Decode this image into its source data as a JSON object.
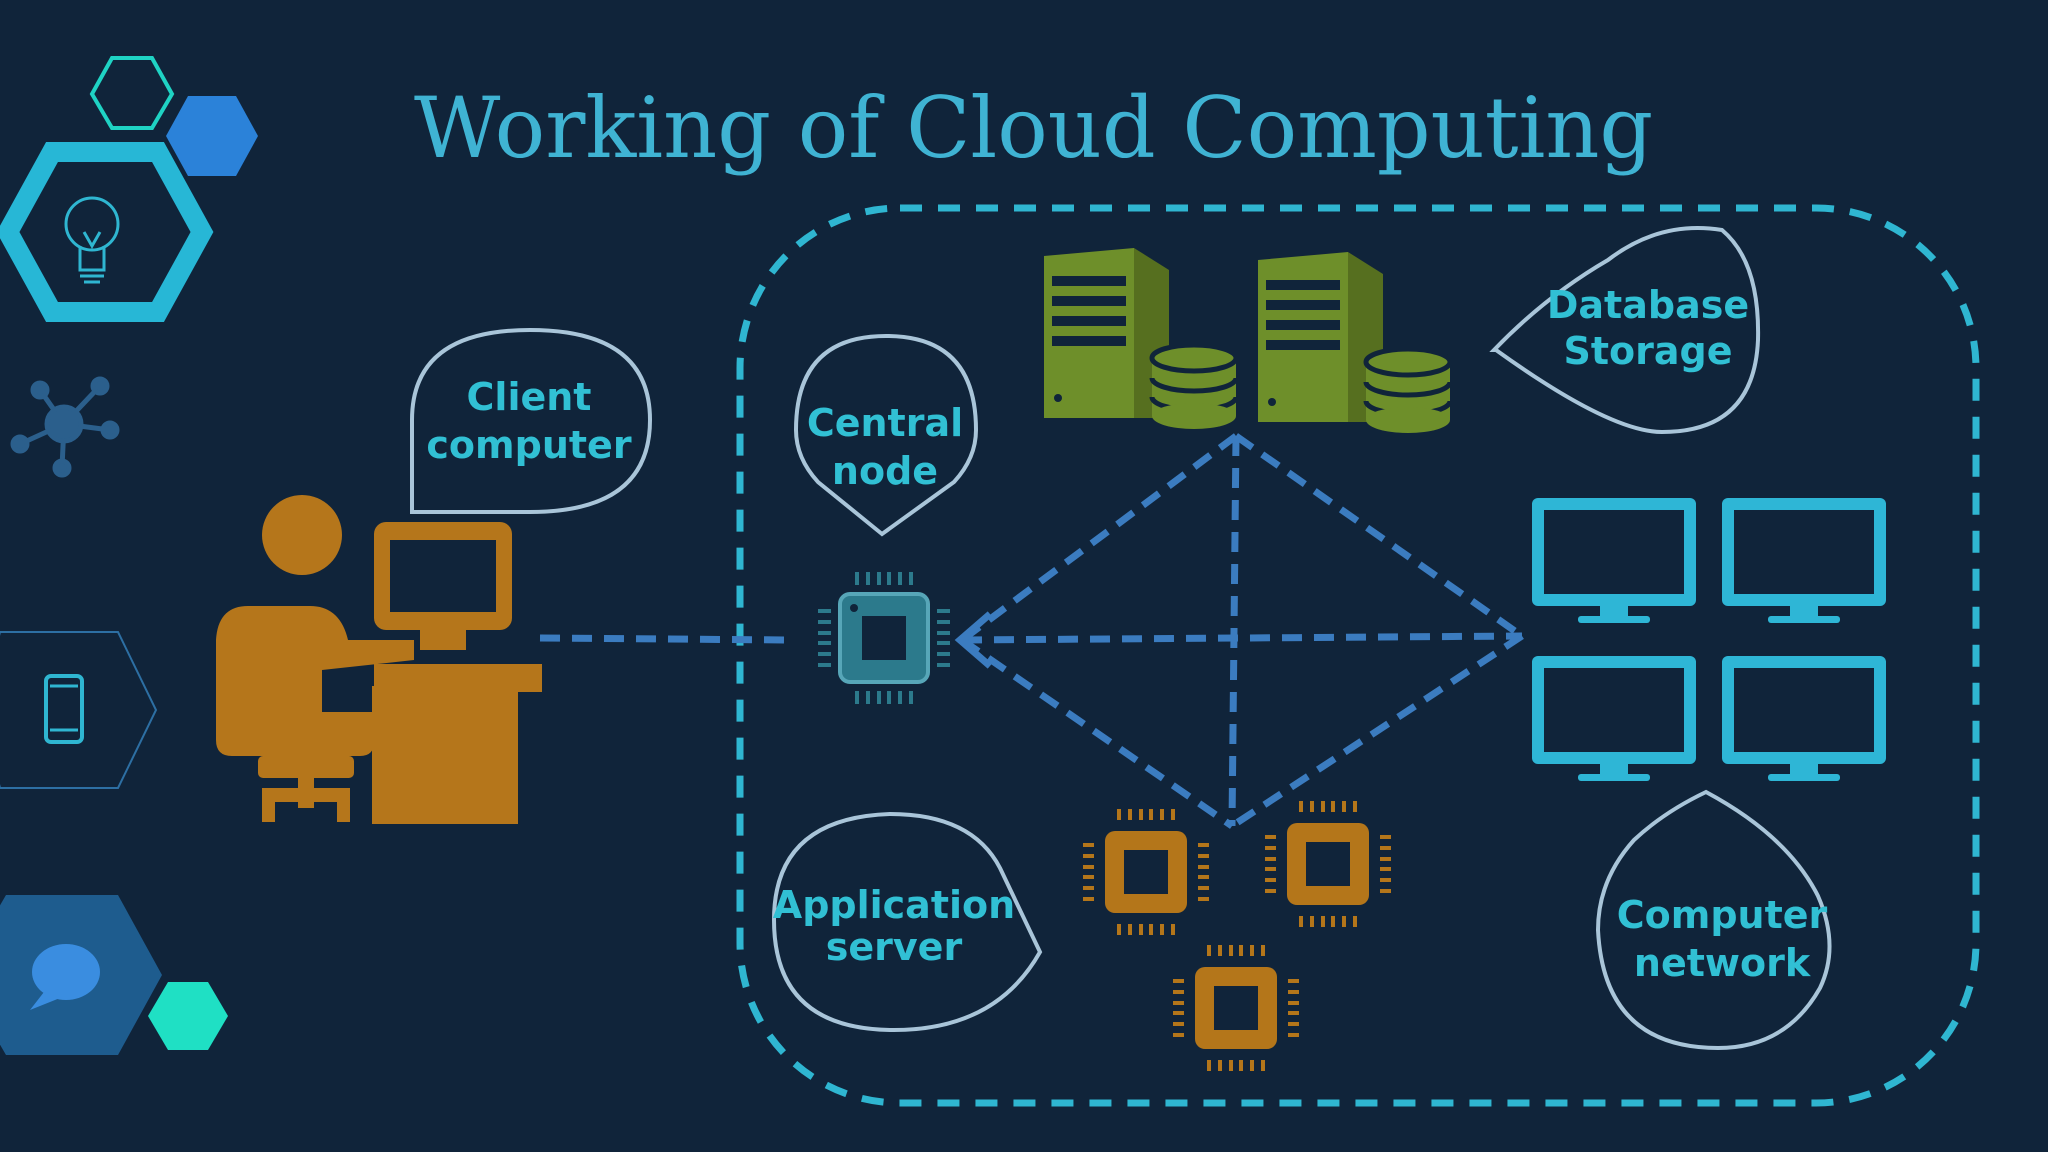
{
  "title": "Working of Cloud  Computing",
  "labels": {
    "client": [
      "Client",
      "computer"
    ],
    "central": [
      "Central",
      "node"
    ],
    "database": [
      "Database",
      "Storage"
    ],
    "application": [
      "Application",
      "server"
    ],
    "network": [
      "Computer",
      "network"
    ]
  },
  "colors": {
    "background": "#10243a",
    "accent": "#2fb6d1",
    "server_green": "#6e8f2a",
    "chip_orange": "#b4761a",
    "person_orange": "#b5761b",
    "monitor_blue": "#2eb6d6",
    "central_chip": "#2c7a8c",
    "connector_blue": "#3b7cc0"
  },
  "icons": [
    "lightbulb-icon",
    "network-hub-icon",
    "smartphone-icon",
    "chat-bubble-icon",
    "user-at-computer-icon",
    "server-database-icon",
    "processor-chip-icon",
    "monitor-icon"
  ]
}
